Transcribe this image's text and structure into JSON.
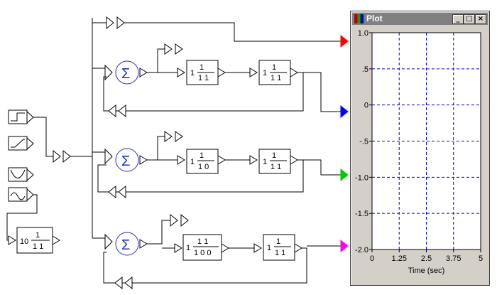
{
  "blocks": {
    "coef_blocks": [
      {
        "lead": "1",
        "num": "1",
        "den": "1 1"
      },
      {
        "lead": "1",
        "num": "1",
        "den": "1 1"
      },
      {
        "lead": "1",
        "num": "1",
        "den": "1 0"
      },
      {
        "lead": "1",
        "num": "1",
        "den": "1 1"
      },
      {
        "lead": "1",
        "num": "1 1",
        "den": "1 0 0"
      },
      {
        "lead": "1",
        "num": "1",
        "den": "1 1"
      },
      {
        "lead": "10",
        "num": "1",
        "den": "1 1"
      }
    ],
    "sum_symbol": "Σ"
  },
  "plot": {
    "title": "Plot",
    "window_buttons": {
      "minimize": "_",
      "maximize": "□",
      "close": "×"
    },
    "xlabel": "Time (sec)"
  },
  "chart_data": {
    "type": "line",
    "title": "Plot",
    "xlabel": "Time (sec)",
    "ylabel": "",
    "xlim": [
      0,
      5
    ],
    "ylim": [
      -2.0,
      1.0
    ],
    "x_ticks": [
      "0",
      "1.25",
      "2.5",
      "3.75",
      "5"
    ],
    "y_ticks": [
      "1.0",
      ".5",
      "0",
      "-.5",
      "-1.0",
      "-1.5",
      "-2.0"
    ],
    "grid": true,
    "series": [],
    "input_marker_colors": [
      "#ff0000",
      "#0000ff",
      "#00cc00",
      "#ff00ff"
    ]
  }
}
